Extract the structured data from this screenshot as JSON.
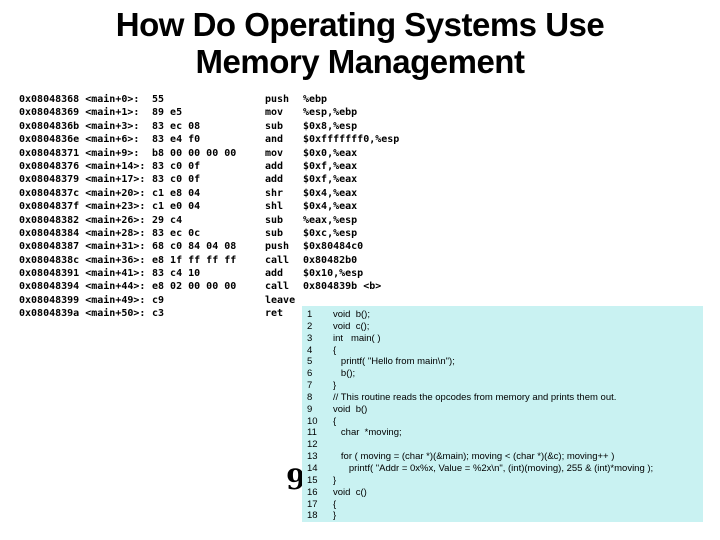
{
  "title": {
    "line1": "How Do Operating Systems Use",
    "line2": "Memory Management"
  },
  "page_number": "9",
  "colors": {
    "slide_background": "#ffffff",
    "code_panel_background": "#c9f2f2",
    "text": "#000000"
  },
  "disassembly": {
    "rows": [
      {
        "addr": "0x08048368 <main+0>:",
        "bytes": "55",
        "mnemonic": "push",
        "operand": "%ebp"
      },
      {
        "addr": "0x08048369 <main+1>:",
        "bytes": "89 e5",
        "mnemonic": "mov",
        "operand": "%esp,%ebp"
      },
      {
        "addr": "0x0804836b <main+3>:",
        "bytes": "83 ec 08",
        "mnemonic": "sub",
        "operand": "$0x8,%esp"
      },
      {
        "addr": "0x0804836e <main+6>:",
        "bytes": "83 e4 f0",
        "mnemonic": "and",
        "operand": "$0xfffffff0,%esp"
      },
      {
        "addr": "0x08048371 <main+9>:",
        "bytes": "b8 00 00 00 00",
        "mnemonic": "mov",
        "operand": "$0x0,%eax"
      },
      {
        "addr": "0x08048376 <main+14>:",
        "bytes": "83 c0 0f",
        "mnemonic": "add",
        "operand": "$0xf,%eax"
      },
      {
        "addr": "0x08048379 <main+17>:",
        "bytes": "83 c0 0f",
        "mnemonic": "add",
        "operand": "$0xf,%eax"
      },
      {
        "addr": "0x0804837c <main+20>:",
        "bytes": "c1 e8 04",
        "mnemonic": "shr",
        "operand": "$0x4,%eax"
      },
      {
        "addr": "0x0804837f <main+23>:",
        "bytes": "c1 e0 04",
        "mnemonic": "shl",
        "operand": "$0x4,%eax"
      },
      {
        "addr": "0x08048382 <main+26>:",
        "bytes": "29 c4",
        "mnemonic": "sub",
        "operand": "%eax,%esp"
      },
      {
        "addr": "0x08048384 <main+28>:",
        "bytes": "83 ec 0c",
        "mnemonic": "sub",
        "operand": "$0xc,%esp"
      },
      {
        "addr": "0x08048387 <main+31>:",
        "bytes": "68 c0 84 04 08",
        "mnemonic": "push",
        "operand": "$0x80484c0"
      },
      {
        "addr": "0x0804838c <main+36>:",
        "bytes": "e8 1f ff ff ff",
        "mnemonic": "call",
        "operand": "0x80482b0"
      },
      {
        "addr": "0x08048391 <main+41>:",
        "bytes": "83 c4 10",
        "mnemonic": "add",
        "operand": "$0x10,%esp"
      },
      {
        "addr": "0x08048394 <main+44>:",
        "bytes": "e8 02 00 00 00",
        "mnemonic": "call",
        "operand": "0x804839b <b>"
      },
      {
        "addr": "0x08048399 <main+49>:",
        "bytes": "c9",
        "mnemonic": "leave",
        "operand": ""
      },
      {
        "addr": "0x0804839a <main+50>:",
        "bytes": "c3",
        "mnemonic": "ret",
        "operand": ""
      }
    ]
  },
  "code_panel": {
    "background": "#c9f2f2",
    "lines": [
      {
        "num": "1",
        "code": "void  b();"
      },
      {
        "num": "2",
        "code": "void  c();"
      },
      {
        "num": "3",
        "code": "int   main( )"
      },
      {
        "num": "4",
        "code": "{"
      },
      {
        "num": "5",
        "code": "   printf( \"Hello from main\\n\");"
      },
      {
        "num": "6",
        "code": "   b();"
      },
      {
        "num": "7",
        "code": "}"
      },
      {
        "num": "8",
        "code": "// This routine reads the opcodes from memory and prints them out."
      },
      {
        "num": "9",
        "code": "void  b()"
      },
      {
        "num": "10",
        "code": "{"
      },
      {
        "num": "11",
        "code": "   char  *moving;"
      },
      {
        "num": "12",
        "code": ""
      },
      {
        "num": "13",
        "code": "   for ( moving = (char *)(&main); moving < (char *)(&c); moving++ )"
      },
      {
        "num": "14",
        "code": "      printf( \"Addr = 0x%x, Value = %2x\\n\", (int)(moving), 255 & (int)*moving );"
      },
      {
        "num": "15",
        "code": "}"
      },
      {
        "num": "16",
        "code": "void  c()"
      },
      {
        "num": "17",
        "code": "{"
      },
      {
        "num": "18",
        "code": "}"
      }
    ]
  }
}
